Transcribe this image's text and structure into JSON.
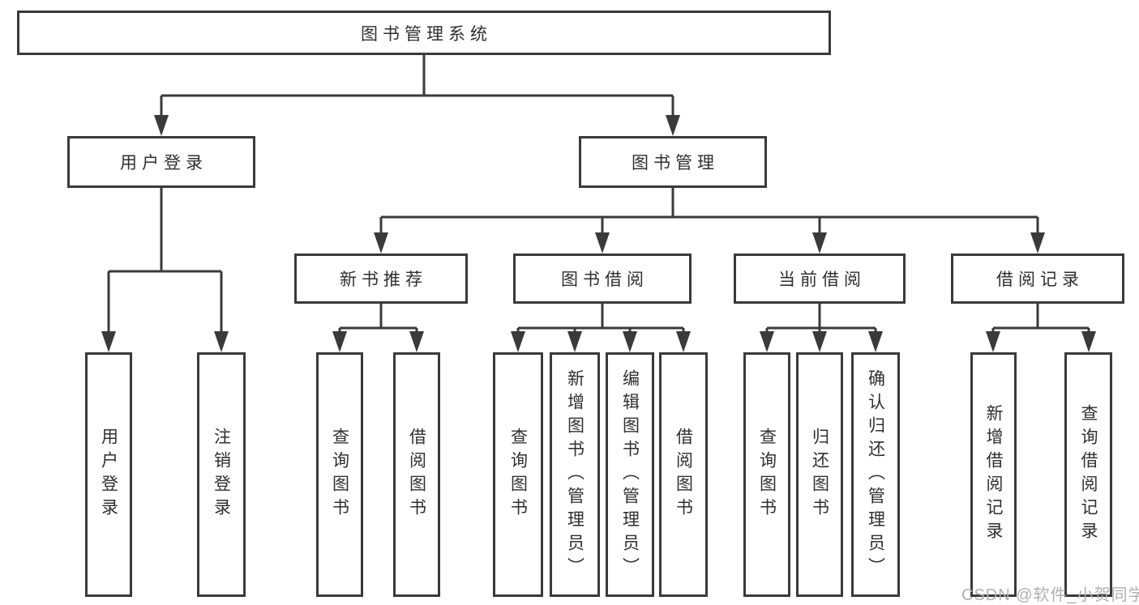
{
  "colors": {
    "line": "#3a3a3a",
    "text": "#2f2f2f",
    "background": "#ffffff",
    "watermark_color": "#b0b0b0"
  },
  "diagram": {
    "root": {
      "label": "图书管理系统"
    },
    "level2": [
      {
        "label": "用户登录"
      },
      {
        "label": "图书管理"
      }
    ],
    "level3": [
      {
        "label": "新书推荐"
      },
      {
        "label": "图书借阅"
      },
      {
        "label": "当前借阅"
      },
      {
        "label": "借阅记录"
      }
    ],
    "leaves": {
      "user_login": [
        "用户登录",
        "注销登录"
      ],
      "new_book_recommend": [
        "查询图书",
        "借阅图书"
      ],
      "book_borrow": [
        "查询图书",
        "新增图书（管理员）",
        "编辑图书（管理员）",
        "借阅图书"
      ],
      "current_borrow": [
        "查询图书",
        "归还图书",
        "确认归还（管理员）"
      ],
      "borrow_records": [
        "新增借阅记录",
        "查询借阅记录"
      ]
    }
  },
  "watermark": {
    "text": "CSDN @软件_小贺同学"
  }
}
